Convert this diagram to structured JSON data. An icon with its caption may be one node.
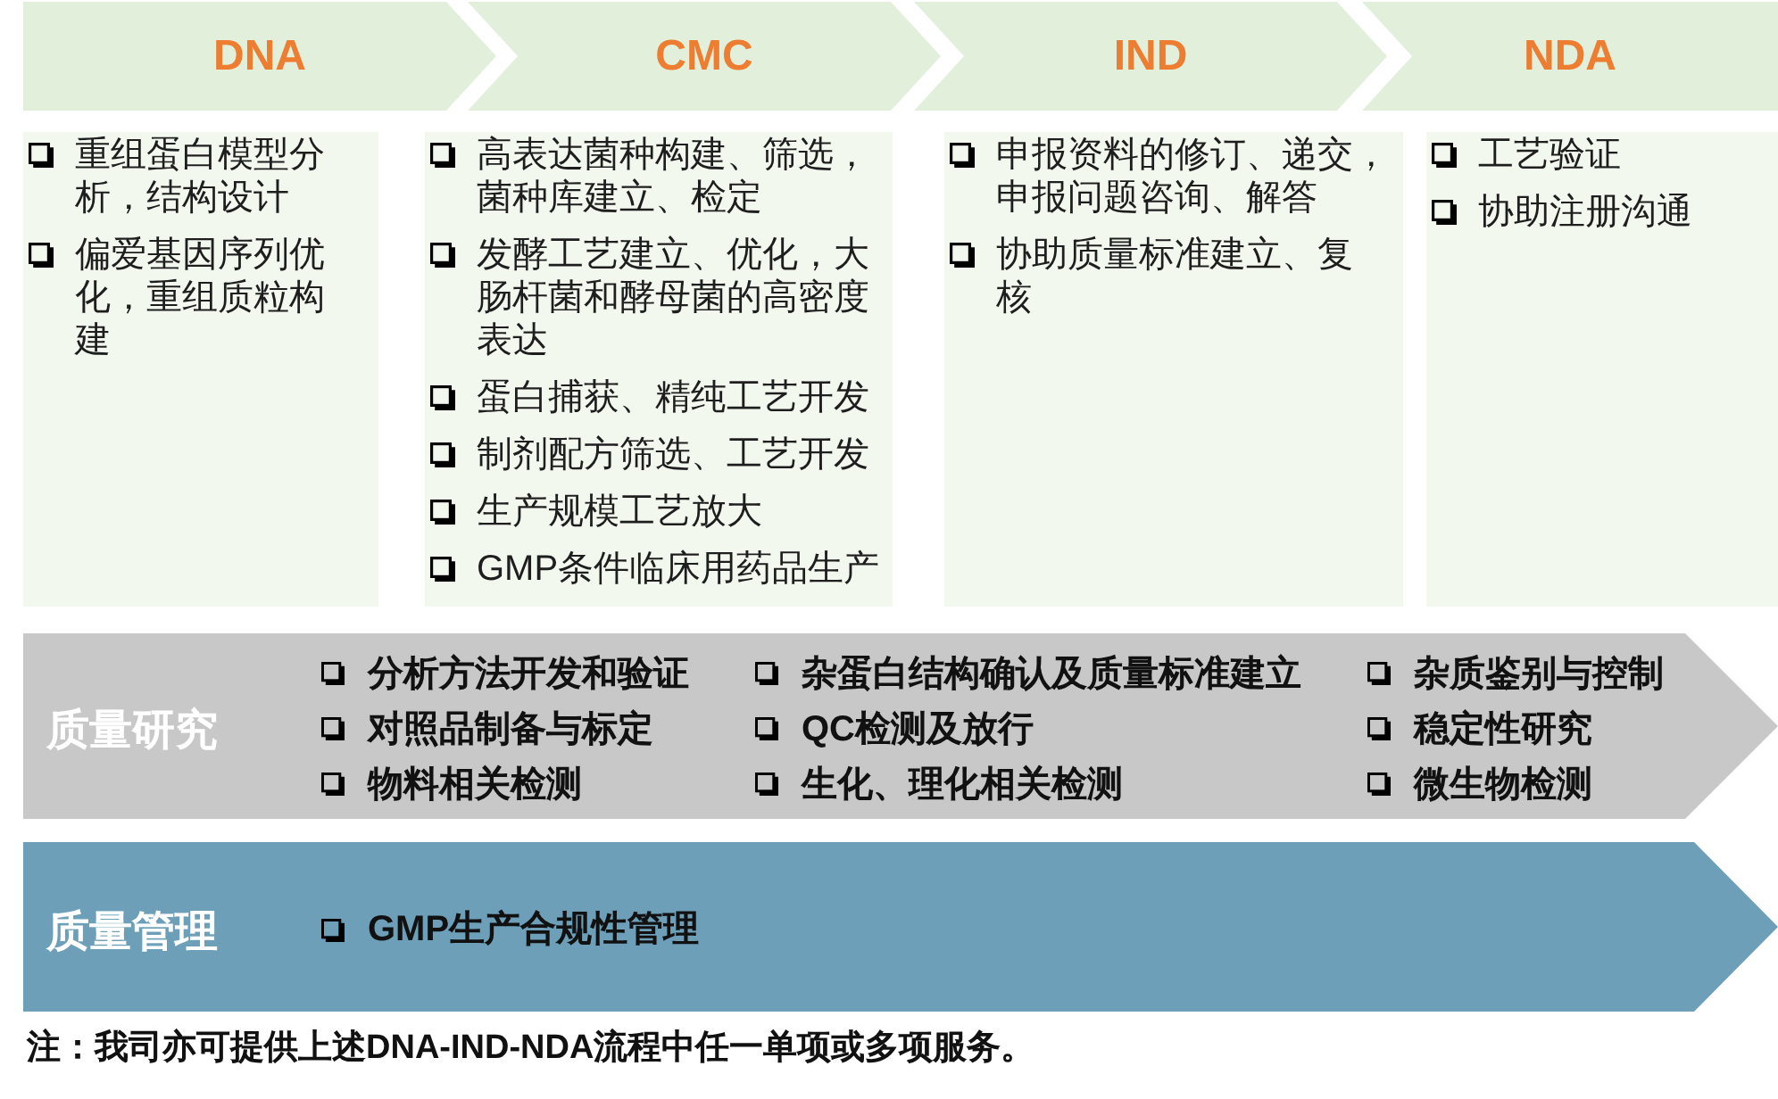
{
  "diagram": {
    "nodes": [
      {
        "text": [
          "DNA"
        ]
      },
      {
        "text": [
          "CMC"
        ]
      },
      {
        "text": [
          "IND"
        ]
      },
      {
        "text": [
          "NDA"
        ]
      },
      {
        "text": [
          "重组蛋白模型分析，结构设计",
          "偏爱基因序列优化，重组质粒构建"
        ]
      },
      {
        "text": [
          "高表达菌种构建、筛选，菌种库建立、检定",
          "发酵工艺建立、优化，大肠杆菌和酵母菌的高密度表达",
          "蛋白捕获、精纯工艺开发",
          "制剂配方筛选、工艺开发",
          "生产规模工艺放大",
          "GMP条件临床用药品生产"
        ]
      },
      {
        "text": [
          "申报资料的修订、递交，申报问题咨询、解答",
          "协助质量标准建立、复核"
        ]
      },
      {
        "text": [
          "工艺验证",
          "协助注册沟通"
        ]
      },
      {
        "text": [
          "质量研究",
          "分析方法开发和验证",
          "杂蛋白结构确认及质量标准建立",
          "杂质鉴别与控制",
          "对照品制备与标定",
          "QC检测及放行",
          "稳定性研究",
          "物料相关检测",
          "生化、理化相关检测",
          "微生物检测"
        ]
      },
      {
        "text": [
          "质量管理",
          "GMP生产合规性管理"
        ]
      }
    ],
    "caption": "注：我司亦可提供上述DNA-IND-NDA流程中任一单项或多项服务。"
  }
}
